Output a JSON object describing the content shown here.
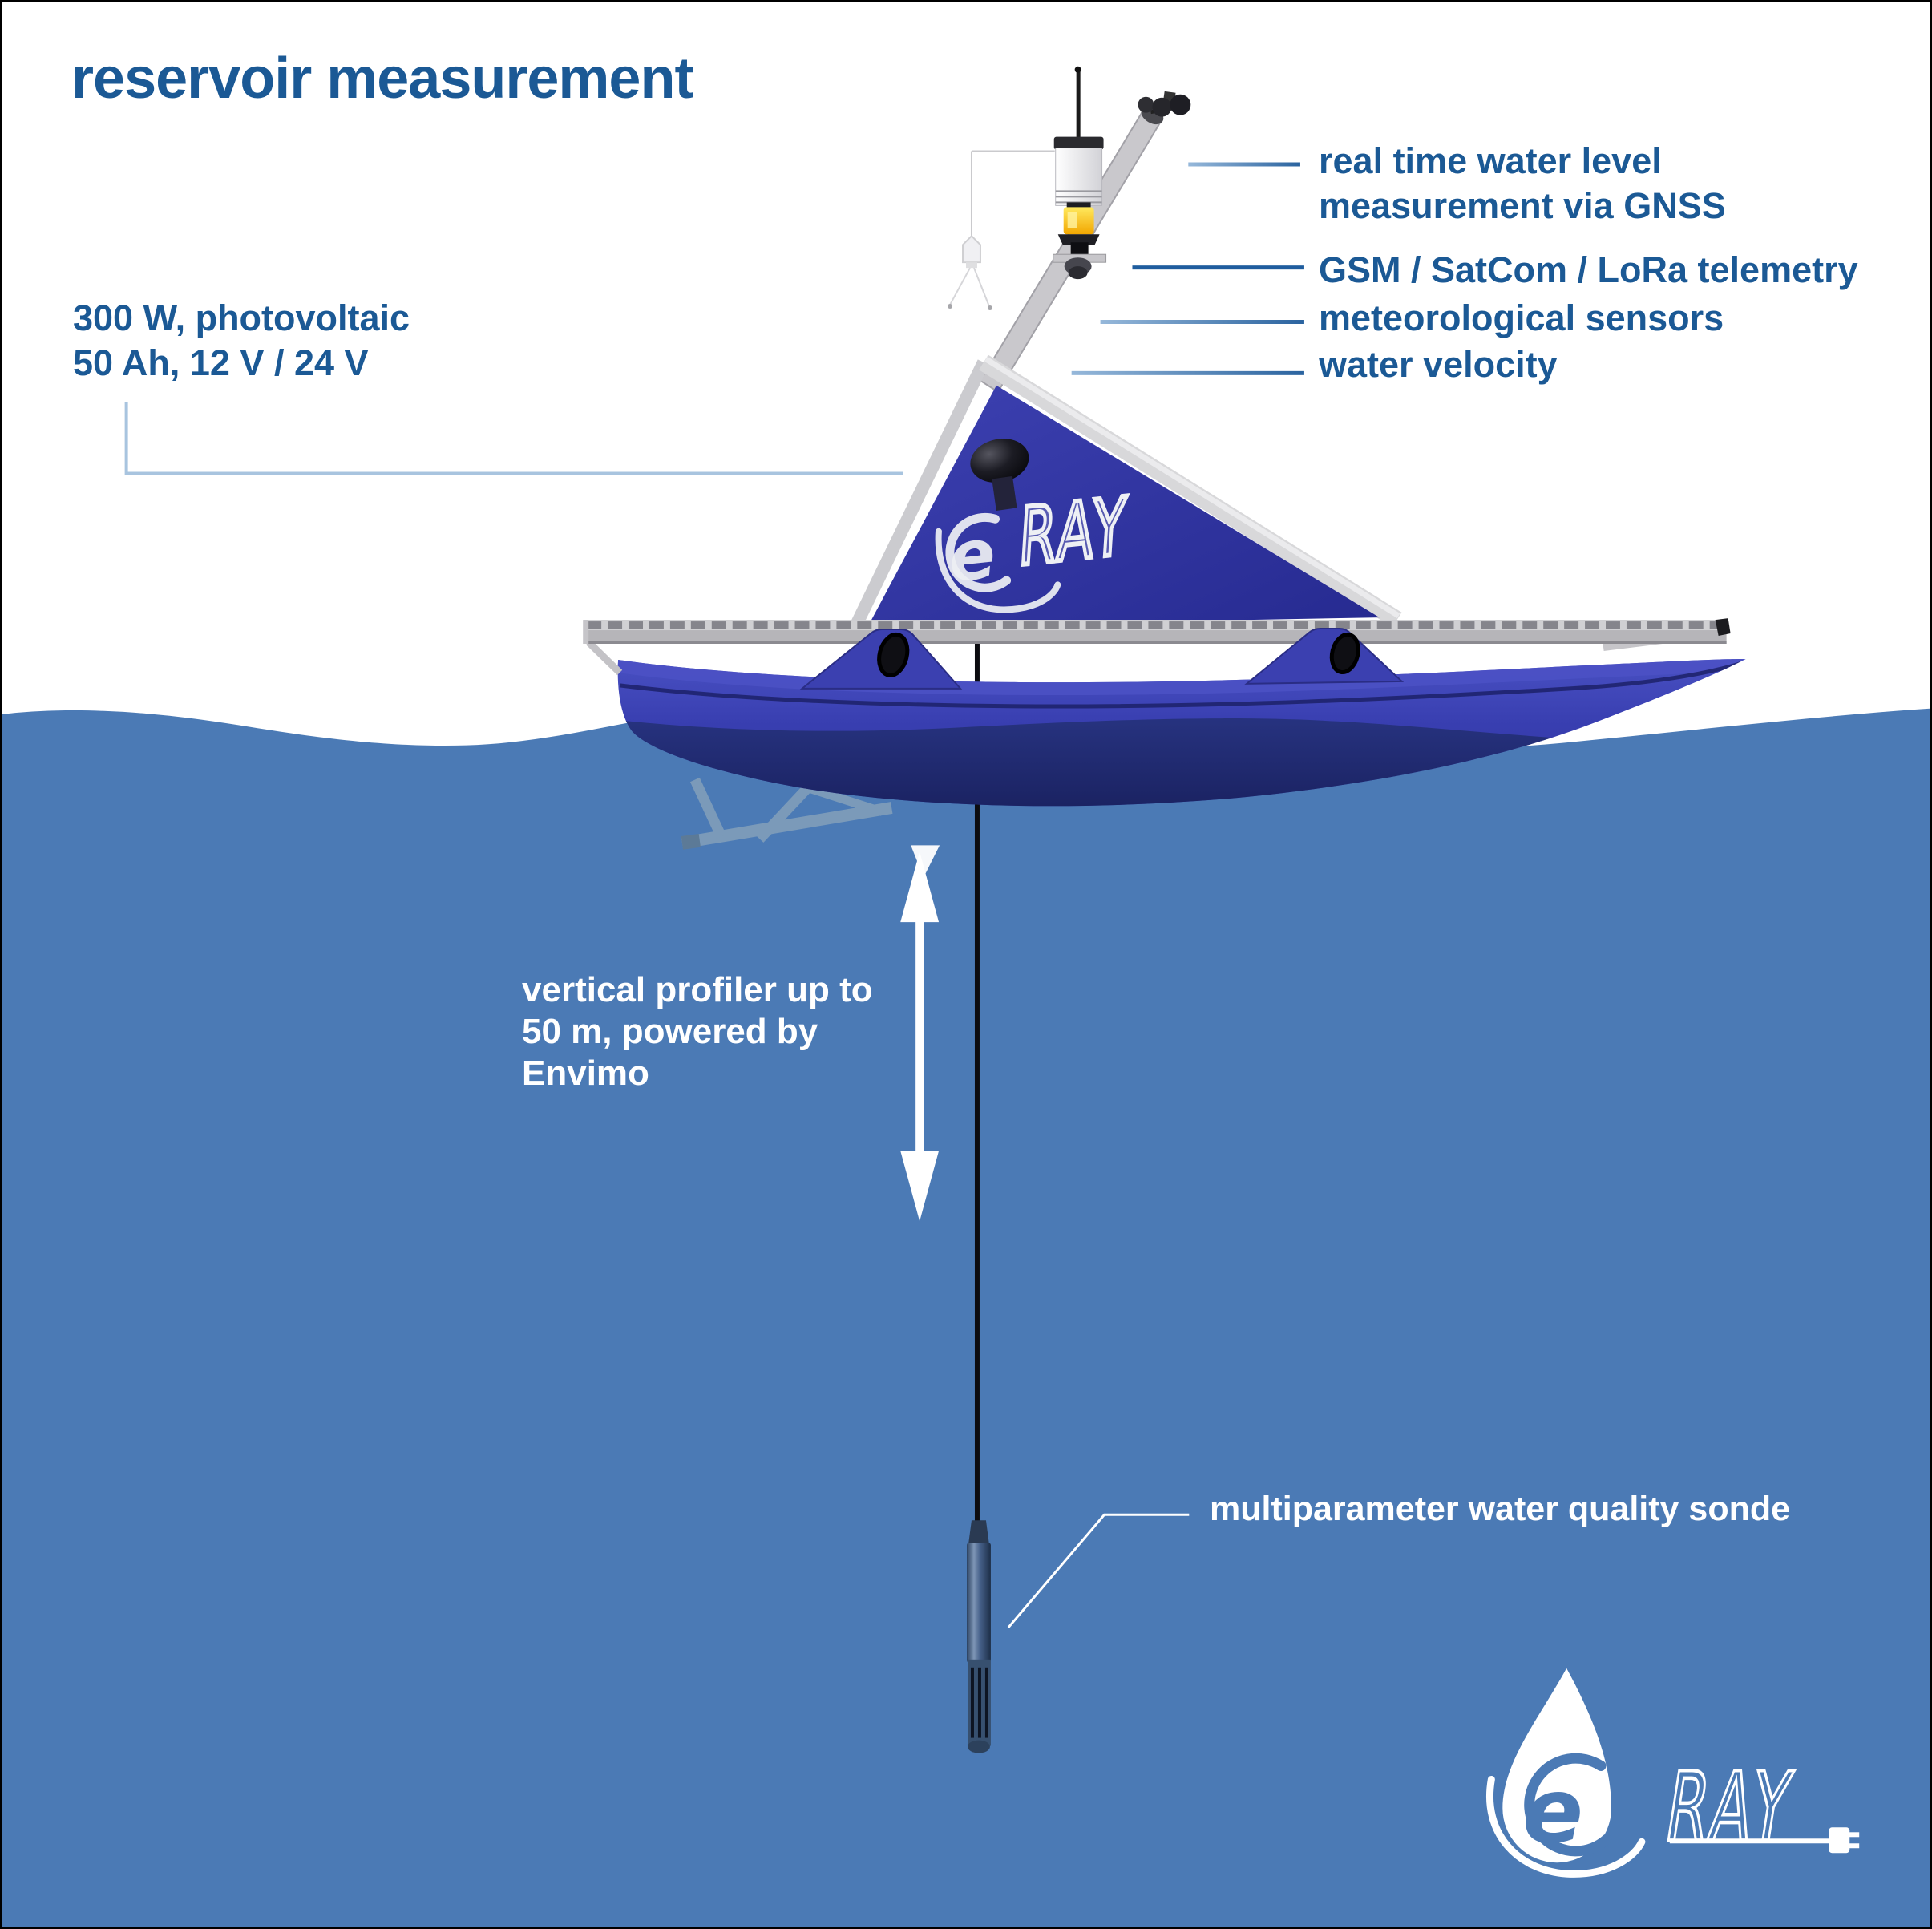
{
  "title": "reservoir measurement",
  "annotations": {
    "power": {
      "line1": "300 W, photovoltaic",
      "line2": "50 Ah, 12 V / 24 V"
    },
    "water_level": {
      "line1": "real time water level",
      "line2": "measurement via GNSS"
    },
    "telemetry": {
      "label": "GSM / SatCom / LoRa telemetry"
    },
    "meteo": {
      "label": "meteorological sensors"
    },
    "velocity": {
      "label": "water velocity"
    },
    "profiler": {
      "line1": "vertical profiler up to",
      "line2": "50 m, powered by",
      "line3": "Envimo"
    },
    "sonde": {
      "label": "multiparameter water quality sonde"
    }
  },
  "logo": {
    "e": "e",
    "ray": "RAY"
  },
  "colors": {
    "accent_blue": "#1b5995",
    "water": "#4b7ab5",
    "hull_blue": "#3338a6",
    "sail_blue": "#2c2f96",
    "navy_submerged": "#141a5c",
    "beacon_yellow": "#f7b500",
    "leader_light": "#96b8da",
    "leader_dark": "#2a639f"
  }
}
